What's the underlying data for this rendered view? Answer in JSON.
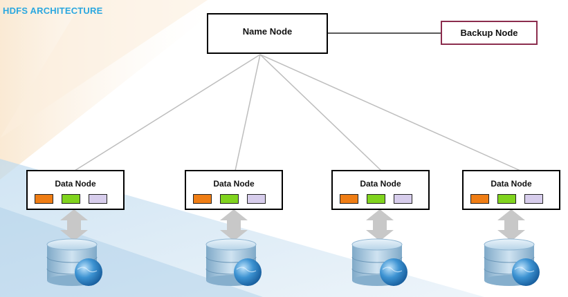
{
  "title": "HDFS ARCHITECTURE",
  "name_node": {
    "label": "Name Node"
  },
  "backup_node": {
    "label": "Backup Node"
  },
  "data_nodes": [
    {
      "label": "Data Node"
    },
    {
      "label": "Data Node"
    },
    {
      "label": "Data Node"
    },
    {
      "label": "Data Node"
    }
  ],
  "colors": {
    "title": "#2aa7df",
    "block_1": "#ef7d14",
    "block_2": "#80d41e",
    "block_3": "#d7cdec",
    "backup_border": "#8b2c4d",
    "connector": "#bdbdbd",
    "arrow": "#c8c8c8",
    "db_body": "#9fc3dc",
    "globe": "#2e7fc0"
  },
  "icons": [
    "double-arrow-icon",
    "database-icon",
    "globe-icon"
  ]
}
